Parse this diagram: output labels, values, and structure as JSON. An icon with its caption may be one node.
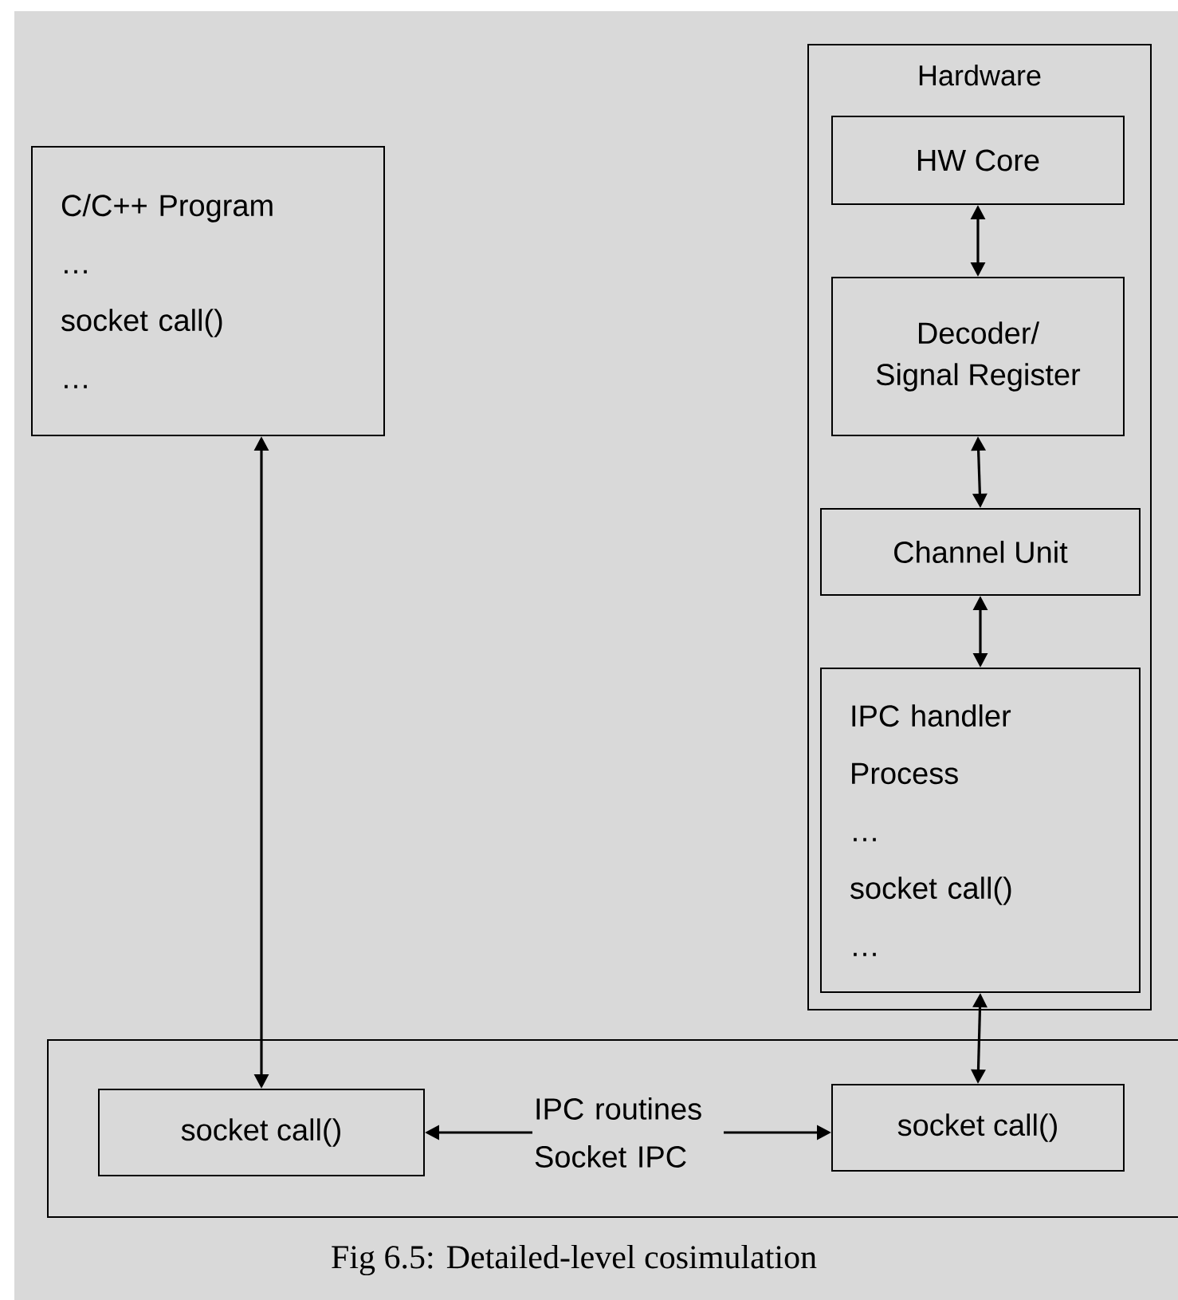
{
  "diagram": {
    "caption": "Fig 6.5: Detailed-level cosimulation",
    "nodes": [
      {
        "text": [
          "Hardware"
        ]
      },
      {
        "text": [
          "HW Core"
        ],
        "in": 0
      },
      {
        "text": [
          "Decoder/",
          "Signal Register"
        ],
        "in": 0
      },
      {
        "text": [
          "Channel Unit"
        ],
        "in": 0
      },
      {
        "text": [
          "IPC handler Process",
          "…",
          "socket call()",
          "…"
        ],
        "in": 0
      },
      {
        "text": [
          "C/C++ Program",
          "…",
          "socket call()",
          "…"
        ]
      },
      {
        "text": [],
        "shape": "box"
      },
      {
        "text": [
          "socket call()"
        ],
        "in": 6
      },
      {
        "text": [
          "socket call()"
        ],
        "in": 6
      }
    ],
    "edges": [
      {
        "from": 1,
        "to": 2,
        "arrow": "both"
      },
      {
        "from": 2,
        "to": 3,
        "arrow": "both"
      },
      {
        "from": 3,
        "to": 4,
        "arrow": "both"
      },
      {
        "from": 4,
        "to": 8,
        "arrow": "both"
      },
      {
        "from": 5,
        "to": 7,
        "arrow": "both"
      },
      {
        "from": 7,
        "to": 8,
        "arrow": "both",
        "label": "IPC routines Socket IPC"
      }
    ]
  }
}
